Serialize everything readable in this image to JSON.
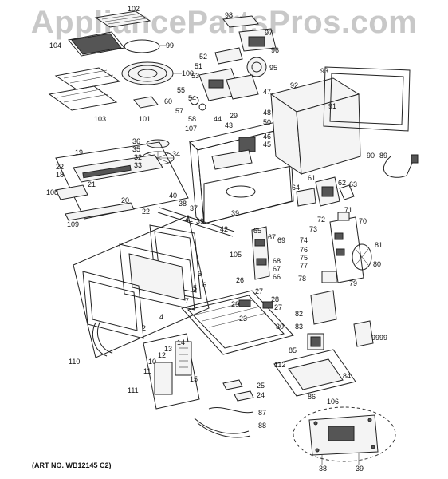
{
  "watermark": "AppliancePartsPros.com",
  "art_number": "(ART NO. WB12145 C2)",
  "callouts": {
    "c102": "102",
    "c104": "104",
    "c99": "99",
    "c100": "100",
    "c103": "103",
    "c101": "101",
    "c98": "98",
    "c97": "97",
    "c96": "96",
    "c95": "95",
    "c52": "52",
    "c51": "51",
    "c53": "53",
    "c55": "55",
    "c60": "60",
    "c54": "54",
    "c57": "57",
    "c58": "58",
    "c107": "107",
    "c47": "47",
    "c44": "44",
    "c29a": "29",
    "c48": "48",
    "c50": "50",
    "c43": "43",
    "c46": "46",
    "c45": "45",
    "c92": "92",
    "c93": "93",
    "c91": "91",
    "c90": "90",
    "c89": "89",
    "c36": "36",
    "c35": "35",
    "c34": "34",
    "c32": "32",
    "c33": "33",
    "c19": "19",
    "c22a": "22",
    "c18": "18",
    "c21": "21",
    "c108": "108",
    "c20": "20",
    "c22b": "22",
    "c109": "109",
    "c40": "40",
    "c38": "38",
    "c37": "37",
    "c41": "41",
    "c39a": "39",
    "c39b": "39",
    "c42": "42",
    "c61": "61",
    "c64": "64",
    "c62": "62",
    "c63": "63",
    "c72": "72",
    "c71": "71",
    "c73": "73",
    "c70": "70",
    "c74": "74",
    "c76": "76",
    "c75": "75",
    "c77": "77",
    "c81": "81",
    "c80": "80",
    "c78": "78",
    "c79": "79",
    "c65": "65",
    "c67a": "67",
    "c69": "69",
    "c105": "105",
    "c68": "68",
    "c67b": "67",
    "c66": "66",
    "c3": "3",
    "c5": "5",
    "c6": "6",
    "c4": "4",
    "c7": "7",
    "c2": "2",
    "c1": "1",
    "c110": "110",
    "c26": "26",
    "c27a": "27",
    "c27b": "27",
    "c28": "28",
    "c29b": "29",
    "c23": "23",
    "c30": "30",
    "c112": "112",
    "c82": "82",
    "c83": "83",
    "c9999": "9999",
    "c85": "85",
    "c84": "84",
    "c86": "86",
    "c106": "106",
    "c13": "13",
    "c14": "14",
    "c12": "12",
    "c10": "10",
    "c11": "11",
    "c15": "15",
    "c111": "111",
    "c25": "25",
    "c24": "24",
    "c87": "87",
    "c88": "88",
    "c38b": "38",
    "c39c": "39"
  }
}
